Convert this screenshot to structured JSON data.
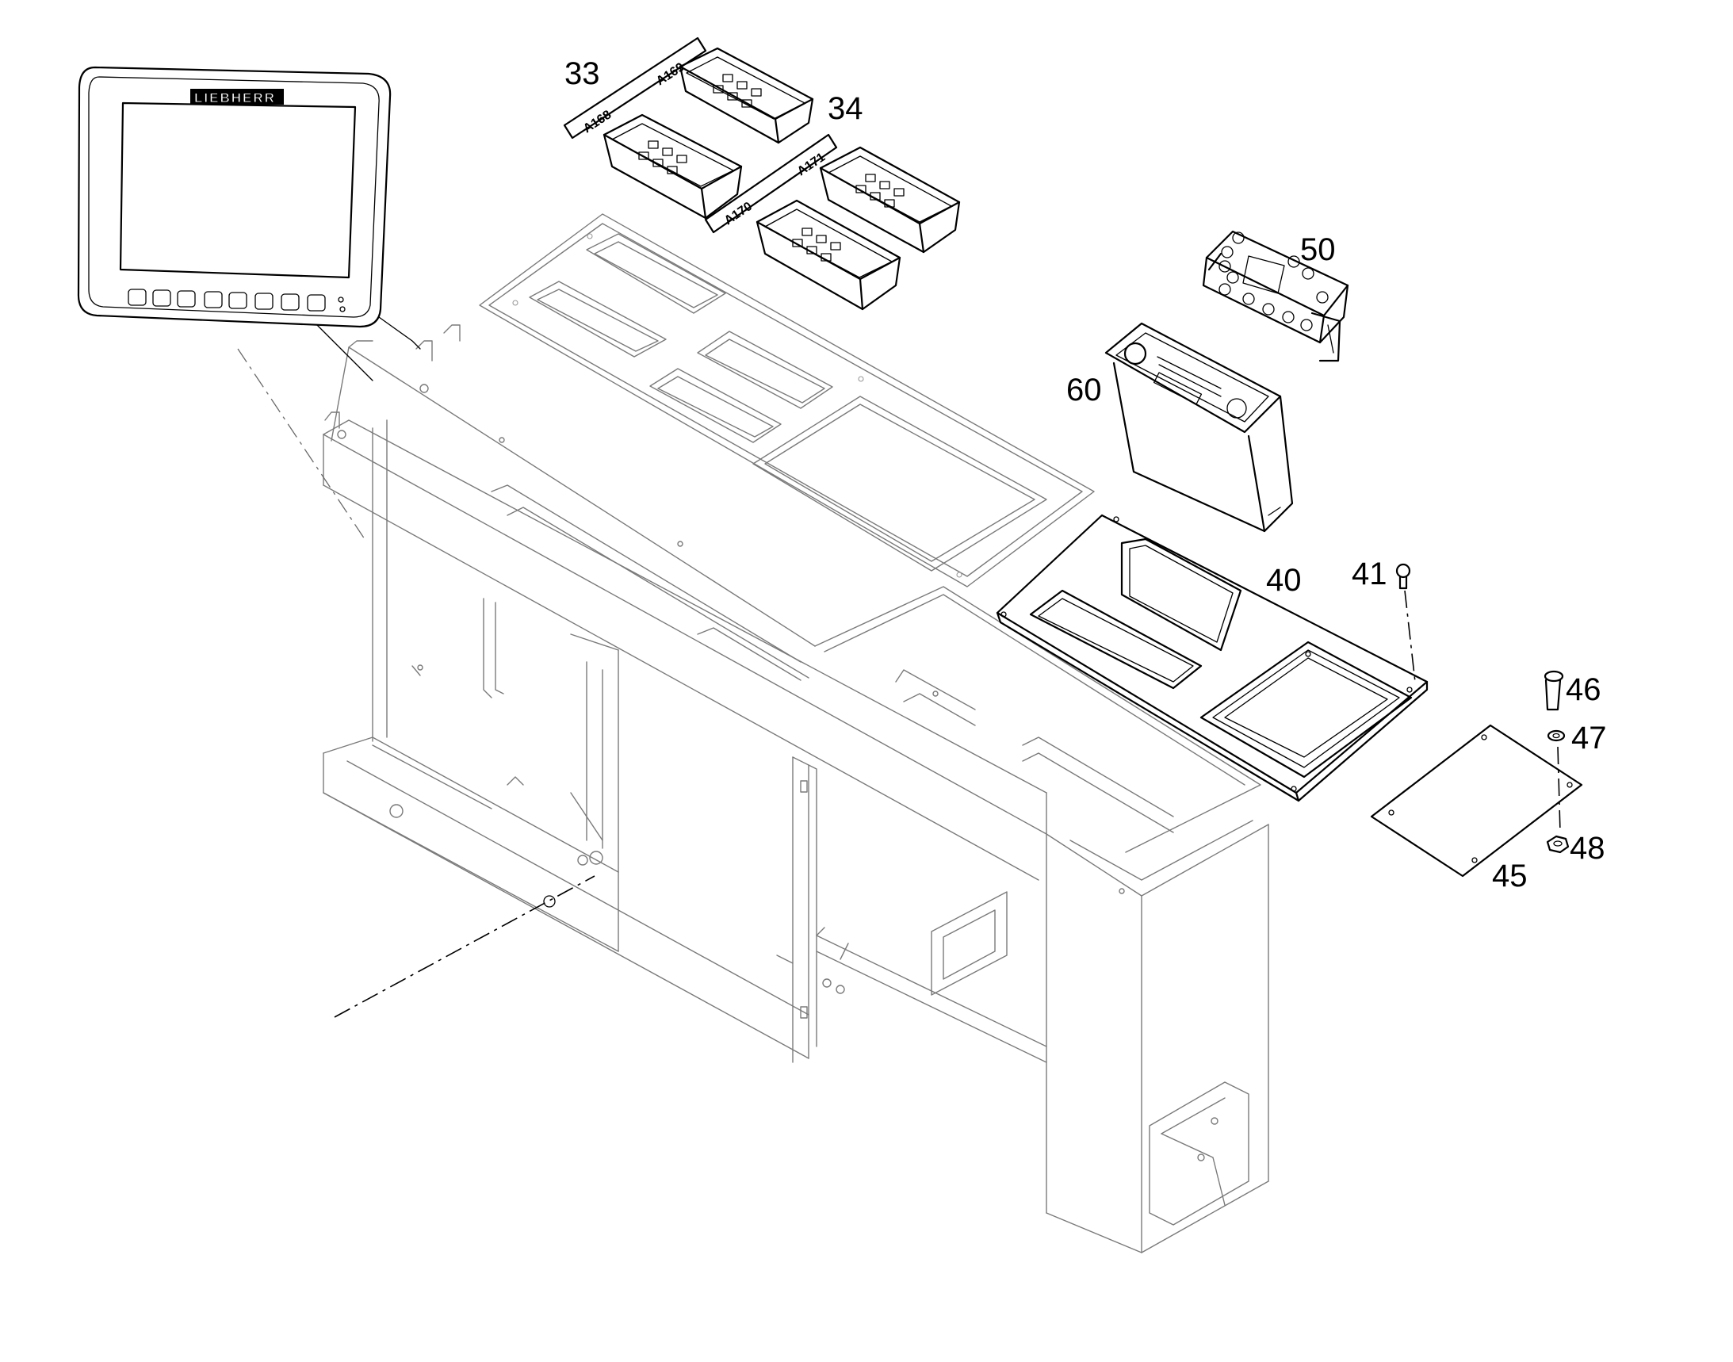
{
  "diagram": {
    "brand_label": "LIEBHERR",
    "module_tags": {
      "a168": "A168",
      "a169": "A169",
      "a170": "A170",
      "a171": "A171"
    },
    "callouts": {
      "c33": "33",
      "c34": "34",
      "c40": "40",
      "c41": "41",
      "c45": "45",
      "c46": "46",
      "c47": "47",
      "c48": "48",
      "c50": "50",
      "c60": "60"
    }
  }
}
